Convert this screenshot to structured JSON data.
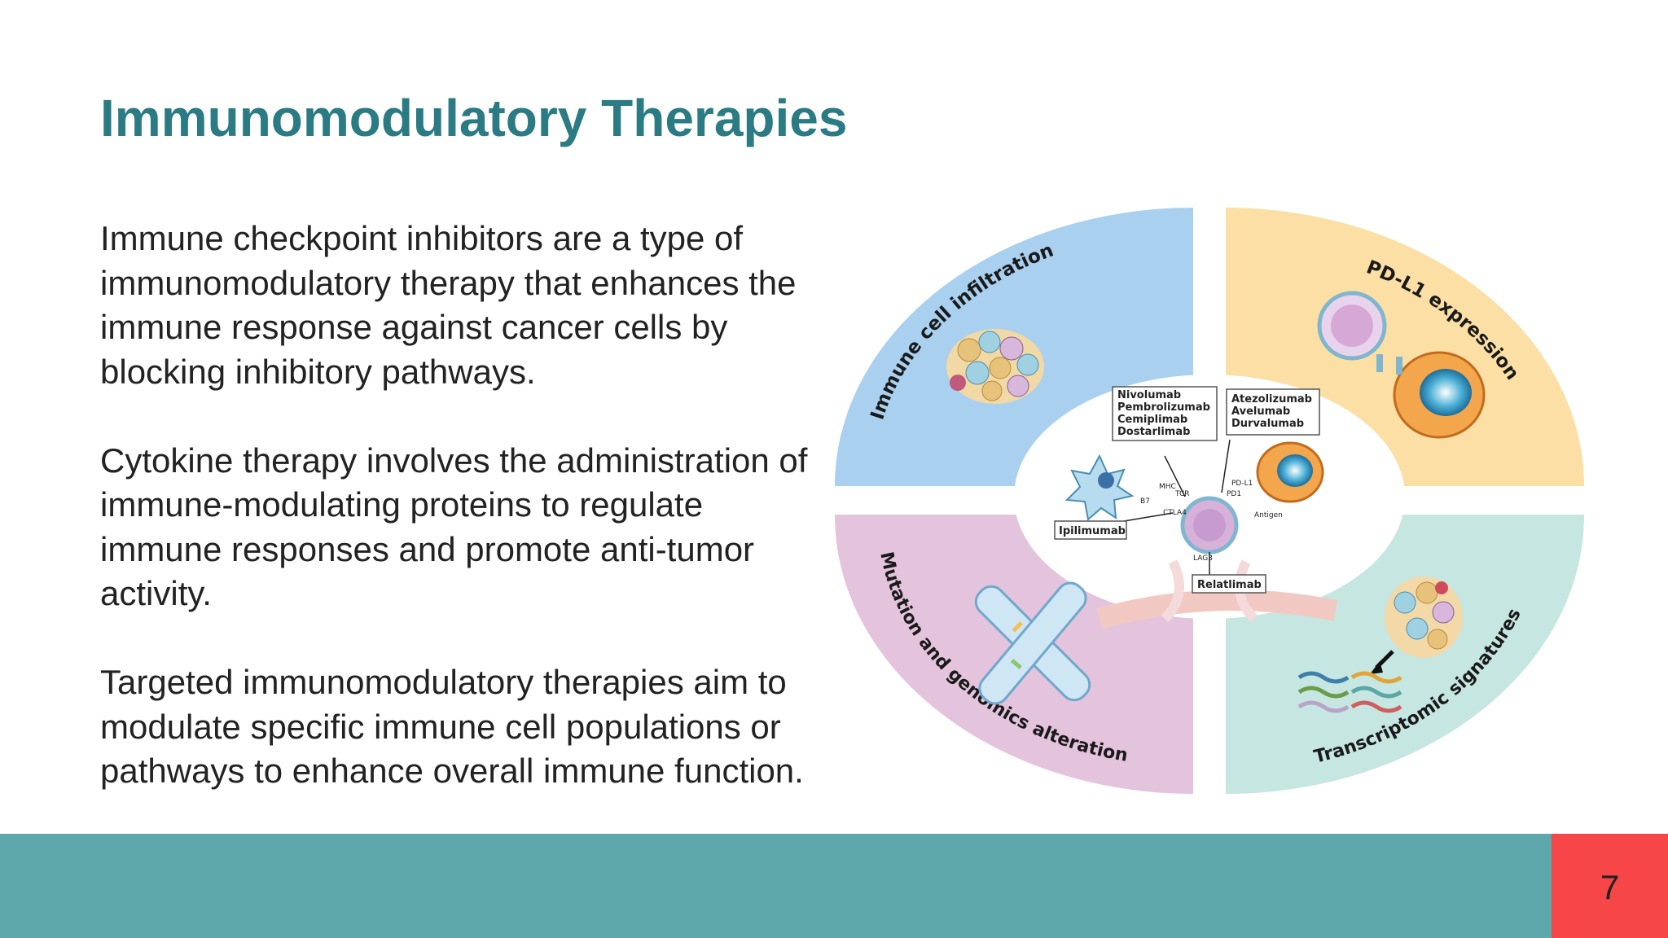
{
  "slide": {
    "title": "Immunomodulatory Therapies",
    "paragraphs": [
      "Immune checkpoint inhibitors are a type of immunomodulatory therapy that enhances the immune response against cancer cells by blocking inhibitory pathways.",
      "Cytokine therapy involves the administration of immune-modulating proteins to regulate immune responses and promote anti-tumor activity.",
      "Targeted immunomodulatory therapies aim to modulate specific immune cell populations or pathways to enhance overall immune function."
    ],
    "page_number": "7"
  },
  "diagram": {
    "quadrants": [
      {
        "label": "Immune cell infiltration",
        "color": "#a9d0ef"
      },
      {
        "label": "PD-L1 expression",
        "color": "#fbdfa4"
      },
      {
        "label": "Mutation and genomics alteration",
        "color": "#e4c3dd"
      },
      {
        "label": "Transcriptomic signatures",
        "color": "#c6e6e2"
      }
    ],
    "drug_groups": [
      [
        "Nivolumab",
        "Pembrolizumab",
        "Cemiplimab",
        "Dostarlimab"
      ],
      [
        "Atezolizumab",
        "Avelumab",
        "Durvalumab"
      ]
    ],
    "single_drugs": {
      "left": "Ipilimumab",
      "bottom": "Relatlimab"
    },
    "molecule_labels": {
      "tcr": "TCR",
      "pd1": "PD1",
      "pdl1": "PD-L1",
      "b7": "B7",
      "ctla4": "CTLA4",
      "lag3": "LAG3",
      "mhc": "MHC",
      "antigen": "Antigen"
    }
  },
  "colors": {
    "title": "#2a7b83",
    "footer": "#5ea7aa",
    "page_box": "#f64648"
  }
}
